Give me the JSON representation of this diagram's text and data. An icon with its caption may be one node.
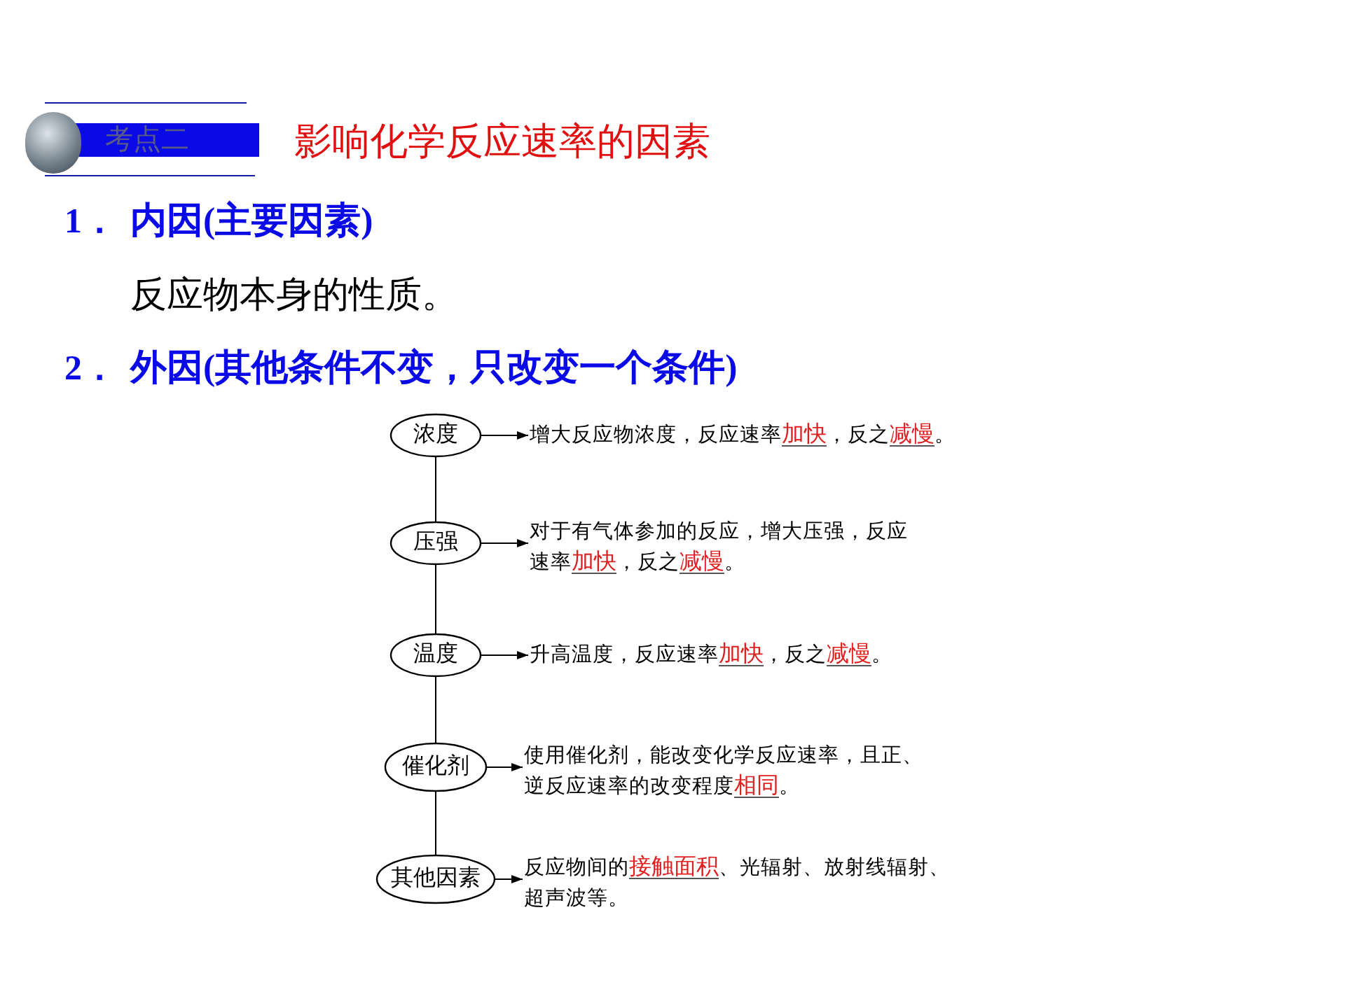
{
  "diagram": {
    "title": "影响化学反应速率的因素",
    "nodes": [
      {
        "text": [
          "浓度"
        ]
      },
      {
        "text": [
          "增大反应物浓度，反应速率",
          "加快",
          "，反之",
          "减慢",
          "。"
        ]
      },
      {
        "text": [
          "压强"
        ]
      },
      {
        "text": [
          "对于有气体参加的反应，增大压强，反应速率",
          "加快",
          "，反之",
          "减慢",
          "。"
        ]
      },
      {
        "text": [
          "温度"
        ]
      },
      {
        "text": [
          "升高温度，反应速率",
          "加快",
          "，反之",
          "减慢",
          "。"
        ]
      },
      {
        "text": [
          "催化剂"
        ]
      },
      {
        "text": [
          "使用催化剂，能改变化学反应速率，且正、逆反应速率的改变程度",
          "相同",
          "。"
        ]
      },
      {
        "text": [
          "其他因素"
        ]
      },
      {
        "text": [
          "反应物间的",
          "接触面积",
          "、光辐射、放射线辐射、超声波等。"
        ]
      }
    ],
    "edges": [
      {
        "from": 0,
        "to": 1,
        "arrow": "to"
      },
      {
        "from": 2,
        "to": 3,
        "arrow": "to"
      },
      {
        "from": 4,
        "to": 5,
        "arrow": "to"
      },
      {
        "from": 6,
        "to": 7,
        "arrow": "to"
      },
      {
        "from": 8,
        "to": 9,
        "arrow": "to"
      },
      {
        "from": 0,
        "to": 2,
        "arrow": "none"
      },
      {
        "from": 2,
        "to": 4,
        "arrow": "none"
      },
      {
        "from": 4,
        "to": 6,
        "arrow": "none"
      },
      {
        "from": 6,
        "to": 8,
        "arrow": "none"
      }
    ],
    "labels": [
      "考点二",
      "1．",
      "内因(主要因素)",
      "反应物本身的性质。",
      "2．",
      "外因(其他条件不变，只改变一个条件)"
    ]
  }
}
